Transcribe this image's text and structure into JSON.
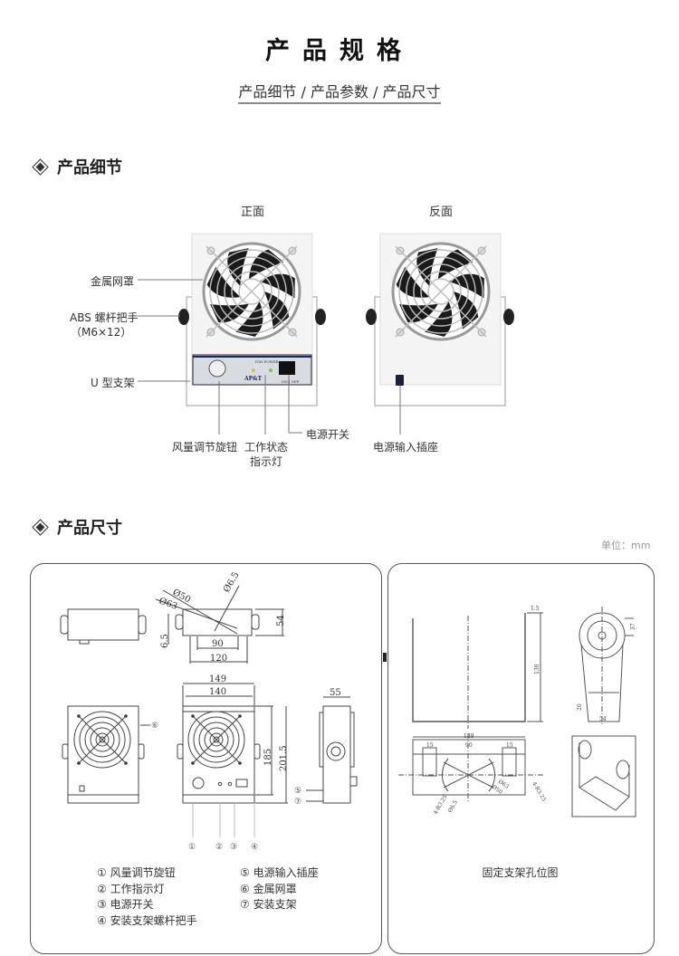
{
  "header": {
    "title": "产品规格",
    "subtitle": "产品细节 / 产品参数 / 产品尺寸"
  },
  "details": {
    "section_title": "产品细节",
    "front_label": "正面",
    "back_label": "反面",
    "callouts": {
      "metal_grill": "金属网罩",
      "abs_knob": "ABS 螺杆把手",
      "abs_knob_spec": "（M6×12）",
      "u_bracket": "U 型支架",
      "airflow_knob": "风量调节旋钮",
      "status_light_1": "工作状态",
      "status_light_2": "指示灯",
      "power_switch": "电源开关",
      "power_socket": "电源输入插座"
    },
    "device_panel": {
      "brand": "AP&T",
      "indicator_text": "ION POWER",
      "switch_text": "ON | OFF"
    }
  },
  "dimensions": {
    "section_title": "产品尺寸",
    "unit": "单位：mm",
    "left_drawing": {
      "d50": "Ø50",
      "d63": "Ø63",
      "d6_5": "Ø6.5",
      "h6_5": "6.5",
      "h54": "54",
      "w90": "90",
      "w120": "120",
      "w149": "149",
      "w140": "140",
      "h185": "185",
      "h201_5": "201.5",
      "d55": "55",
      "n1": "①",
      "n2": "②",
      "n3": "③",
      "n4": "④",
      "n5": "⑤",
      "n6": "⑥",
      "n7": "⑦"
    },
    "right_drawing": {
      "t1_5": "1.5",
      "h130": "130",
      "w149": "149",
      "w15a": "15",
      "w90": "90",
      "w15b": "15",
      "d63": "Ø63",
      "d50": "Ø50",
      "r1": "4-R3.25",
      "r2": "4-R3.25",
      "d6_5": "Ø6.5",
      "w54": "54",
      "h37": "37",
      "h20": "20",
      "caption": "固定支架孔位图"
    },
    "legend": [
      "① 风量调节旋钮",
      "② 工作指示灯",
      "③ 电源开关",
      "④ 安装支架螺杆把手",
      "⑤ 电源输入插座",
      "⑥ 金属网罩",
      "⑦ 安装支架"
    ]
  }
}
